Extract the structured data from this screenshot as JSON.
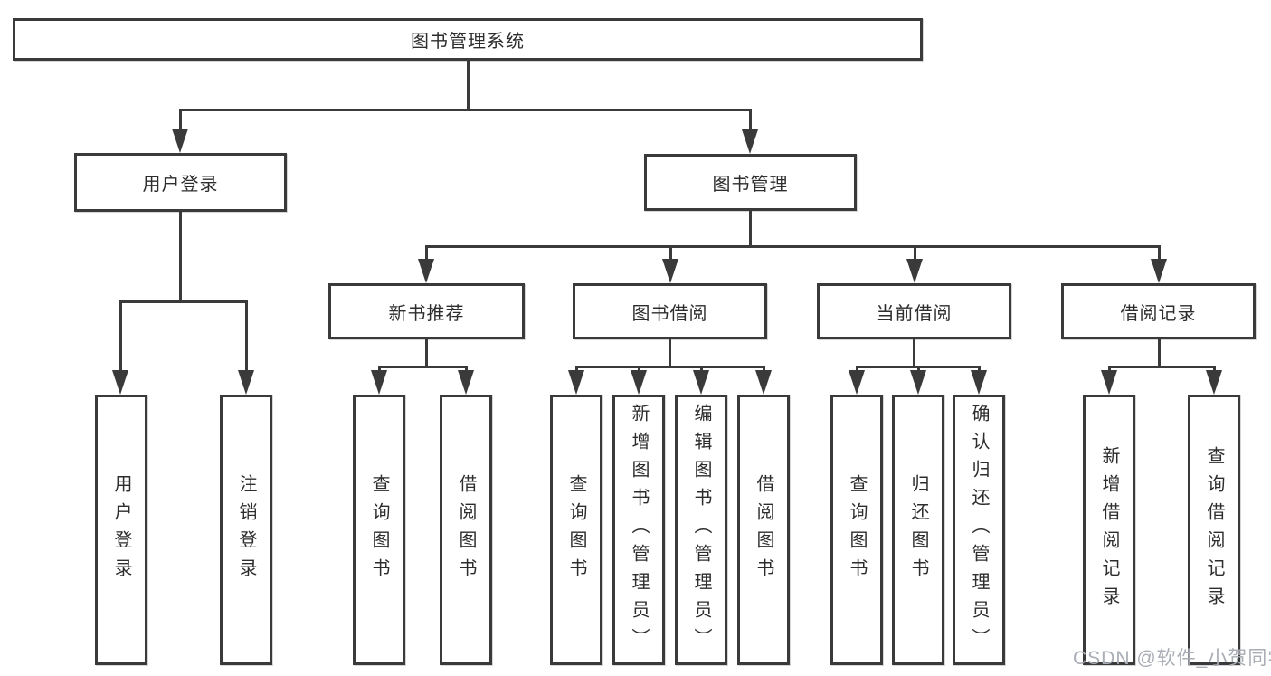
{
  "diagram": {
    "title": "图书管理系统",
    "branches": [
      {
        "label": "用户登录",
        "children": [
          {
            "label": "用户登录"
          },
          {
            "label": "注销登录"
          }
        ]
      },
      {
        "label": "图书管理",
        "children": [
          {
            "label": "新书推荐",
            "children": [
              {
                "label": "查询图书"
              },
              {
                "label": "借阅图书"
              }
            ]
          },
          {
            "label": "图书借阅",
            "children": [
              {
                "label": "查询图书"
              },
              {
                "label": "新增图书（管理员）"
              },
              {
                "label": "编辑图书（管理员）"
              },
              {
                "label": "借阅图书"
              }
            ]
          },
          {
            "label": "当前借阅",
            "children": [
              {
                "label": "查询图书"
              },
              {
                "label": "归还图书"
              },
              {
                "label": "确认归还（管理员）"
              }
            ]
          },
          {
            "label": "借阅记录",
            "children": [
              {
                "label": "新增借阅记录"
              },
              {
                "label": "查询借阅记录"
              }
            ]
          }
        ]
      }
    ]
  },
  "watermark": {
    "text": "CSDN @软件_小贺同学"
  },
  "colors": {
    "line": "#3a3a3a",
    "box_background": "#ffffff",
    "text": "#2d2d2d",
    "watermark": "#a9adb5"
  }
}
